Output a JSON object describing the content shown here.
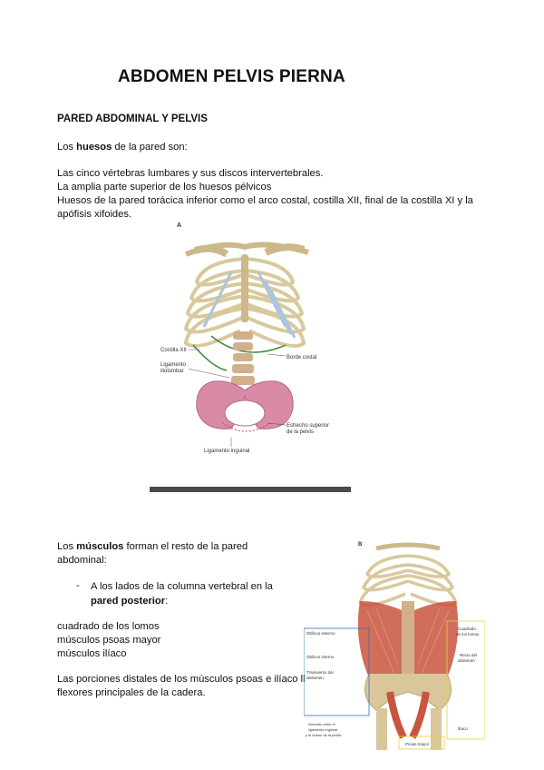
{
  "title": "ABDOMEN PELVIS PIERNA",
  "section_heading": "PARED ABDOMINAL Y PELVIS",
  "huesos_intro": {
    "pre": "Los ",
    "bold": "huesos",
    "post": " de la pared son:"
  },
  "bones_lines": [
    "Las cinco vértebras lumbares y sus discos intervertebrales.",
    "La amplia parte superior de los huesos pélvicos",
    "Huesos de la pared torácica inferior como el arco costal, costilla XII, final de la costilla XI y la",
    "apófisis xifoides."
  ],
  "figure_a": {
    "panel_letter": "A",
    "labels": {
      "costilla": "Costilla XII",
      "ligamento1": "Ligamento",
      "ligamento2": "iliolumbar",
      "borde": "Borde costal",
      "estrecho1": "Estrecho superior",
      "estrecho2": "de la pelvis",
      "inguinal": "Ligamento inguinal"
    }
  },
  "musculos_intro": {
    "pre": "Los ",
    "bold": "músculos",
    "post": " forman el resto de la pared",
    "line2": "abdominal:"
  },
  "bullet": {
    "marker": "-",
    "line1": "A los lados de la columna vertebral en la",
    "bold": "pared posterior",
    "post": ":"
  },
  "muscle_list": [
    "cuadrado de los lomos",
    "músculos psoas mayor",
    "músculos ilíaco"
  ],
  "closing_lines": [
    "Las porciones distales de los músculos psoas e ilíaco ll",
    "flexores principales de la cadera."
  ],
  "figure_b": {
    "panel_letter": "B",
    "labels": {
      "oblicuo_ext": "Oblicuo externo",
      "oblicuo_int": "Oblicuo interno",
      "transverso1": "Transverso del",
      "transverso2": "abdomen",
      "cuadrado1": "Cuadrado",
      "cuadrado2": "de los lomos",
      "recto1": "Recto del",
      "recto2": "abdomen",
      "iliaco": "Ilíaco",
      "psoas": "Psoas mayor",
      "inguinal1": "Intervalo entre el",
      "inguinal2": "ligamento inguinal",
      "inguinal3": "y el hueso de la pelvis"
    }
  },
  "colors": {
    "bone": "#e8dcb8",
    "cartilage": "#a9c6dd",
    "pelvis": "#d98aa6",
    "muscle": "#c8553d",
    "ligament": "#3b8a3b",
    "bar": "#4a4a4a"
  }
}
